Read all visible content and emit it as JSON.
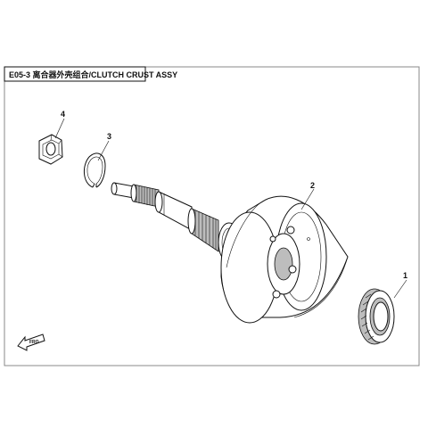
{
  "diagram": {
    "title": "E05-3 离合器外壳组合/CLUTCH CRUST ASSY",
    "callouts": [
      {
        "id": "part-1",
        "label": "1"
      },
      {
        "id": "part-2",
        "label": "2"
      },
      {
        "id": "part-3",
        "label": "3"
      },
      {
        "id": "part-4",
        "label": "4"
      }
    ],
    "front_indicator": {
      "label": "FRO",
      "icon": "arrow-front-icon"
    },
    "colors": {
      "line": "#111111",
      "background": "#ffffff"
    }
  }
}
